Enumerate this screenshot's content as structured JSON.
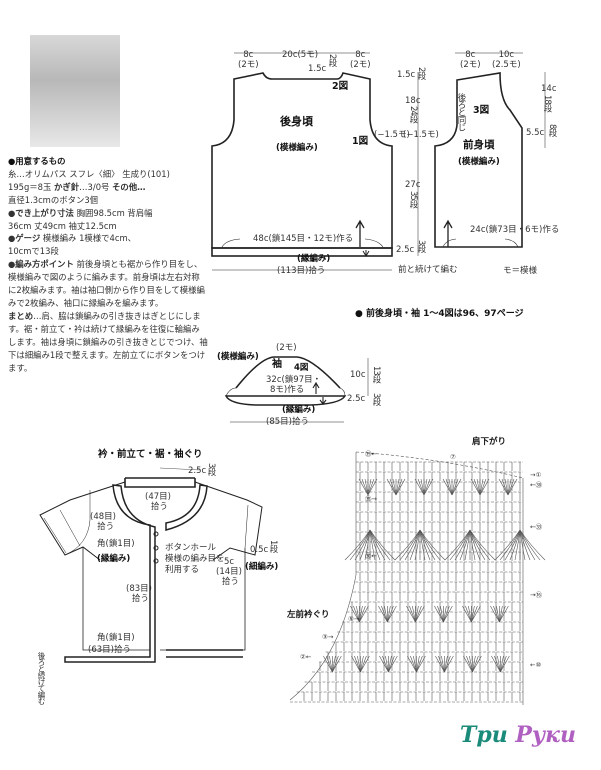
{
  "materials": {
    "heading": "●用意するもの",
    "line1": "糸…オリムパス スフレ〈細〉 生成り(101)",
    "line2a": "195g＝8玉 ",
    "line2b": "かぎ針",
    "line2c": "…3/0号 ",
    "line2d": "その他…",
    "line3": "直径1.3cmのボタン3個"
  },
  "size": {
    "heading": "●でき上がり寸法",
    "line1": " 胸囲98.5cm 背肩幅",
    "line2": "36cm 丈49cm 袖丈12.5cm"
  },
  "gauge": {
    "heading": "●ゲージ",
    "line1": " 模様編み 1模様で4cm、",
    "line2": "10cmで13段"
  },
  "points": {
    "heading": "●編み方ポイント",
    "text": " 前後身頃とも裾から作り目をし、模様編みで図のように編みます。前身頃は左右対称に2枚編みます。袖は袖口側から作り目をして模様編みで2枚編み、袖口に縁編みを編みます。"
  },
  "finishing": {
    "heading": "まとめ",
    "text": "…肩、脇は鎖編みの引き抜きはぎとじにします。裾・前立て・衿は続けて縁編みを往復に輪編みします。袖は身頃に鎖編みの引き抜きとじでつけ、袖下は細編み1段で整えます。左前立てにボタンをつけます。"
  },
  "back": {
    "title": "後身頃",
    "pattern": "(模様編み)",
    "fig1": "1図",
    "fig2": "2図",
    "w_left": "8c",
    "w_left_m": "(2モ)",
    "w_center": "20c(5モ)",
    "w_right": "8c",
    "w_right_m": "(2モ)",
    "neck": "1.5c",
    "neck_r": "2段",
    "armhole": "(−1.5モ)",
    "start": "48c(鎖145目・12モ)作る",
    "border": "(縁編み)",
    "pickup": "(113目)拾う",
    "h1": "1.5c",
    "h1r": "2段",
    "h2": "18c",
    "h2r": "24段",
    "h3": "27c",
    "h3r": "35段",
    "h4": "2.5c",
    "h4r": "3段",
    "cont": "前と続けて編む"
  },
  "front": {
    "title": "前身頃",
    "pattern": "(模様編み)",
    "fig3": "3図",
    "w1": "8c",
    "w1m": "(2モ)",
    "w2": "10c",
    "w2m": "(2.5モ)",
    "same": "後ろと同じ",
    "armhole": "(−1.5モ)",
    "h1": "14c",
    "h1r": "18段",
    "h2": "5.5c",
    "h2r": "8段",
    "start": "24c(鎖73目・6モ)作る",
    "legend": "モ＝模様"
  },
  "note": "● 前後身頃・袖 1〜4図は96、97ページ",
  "sleeve": {
    "title": "袖",
    "fig4": "4図",
    "top": "(2モ)",
    "pattern": "(模様編み)",
    "start1": "32c(鎖97目・",
    "start2": "8モ)作る",
    "border": "(縁編み)",
    "pickup": "(85目)拾う",
    "h1": "10c",
    "h1r": "13段",
    "h2": "2.5c",
    "h2r": "3段"
  },
  "assembly": {
    "title": "衿・前立て・裾・袖ぐり",
    "h1": "2.5c",
    "h1r": "3段",
    "neck_back1": "(47目)",
    "neck_back2": "拾う",
    "neck_front1": "(48目)",
    "neck_front2": "拾う",
    "corner1": "角(鎖1目)",
    "border": "(縁編み)",
    "buttonhole1": "ボタンホール",
    "buttonhole2": "模様の編み目を",
    "buttonhole3": "利用する",
    "front1": "(83目)",
    "front2": "拾う",
    "corner2": "角(鎖1目)",
    "hem": "(63目)拾う",
    "cont": "後ろと続けて編む",
    "sl1": "0.5c",
    "sl1r": "1段",
    "sl2": "5c",
    "sl3": "(14目)",
    "sl4": "拾う",
    "sl_border": "(細編み)"
  },
  "chart": {
    "shoulder": "肩下がり",
    "neckline": "左前衿ぐり",
    "rows_left": [
      "㊴←",
      "㉟→",
      "㉚←",
      "⑤→",
      "③→",
      "②←"
    ],
    "rows_right": [
      "⑦",
      "→①",
      "←㊳",
      "←㉝",
      "→⑯",
      "←⑩"
    ]
  },
  "logo": {
    "part1": "Три",
    "part2": "Руки",
    "color1": "#1a8a7a",
    "color2": "#b060c0"
  }
}
